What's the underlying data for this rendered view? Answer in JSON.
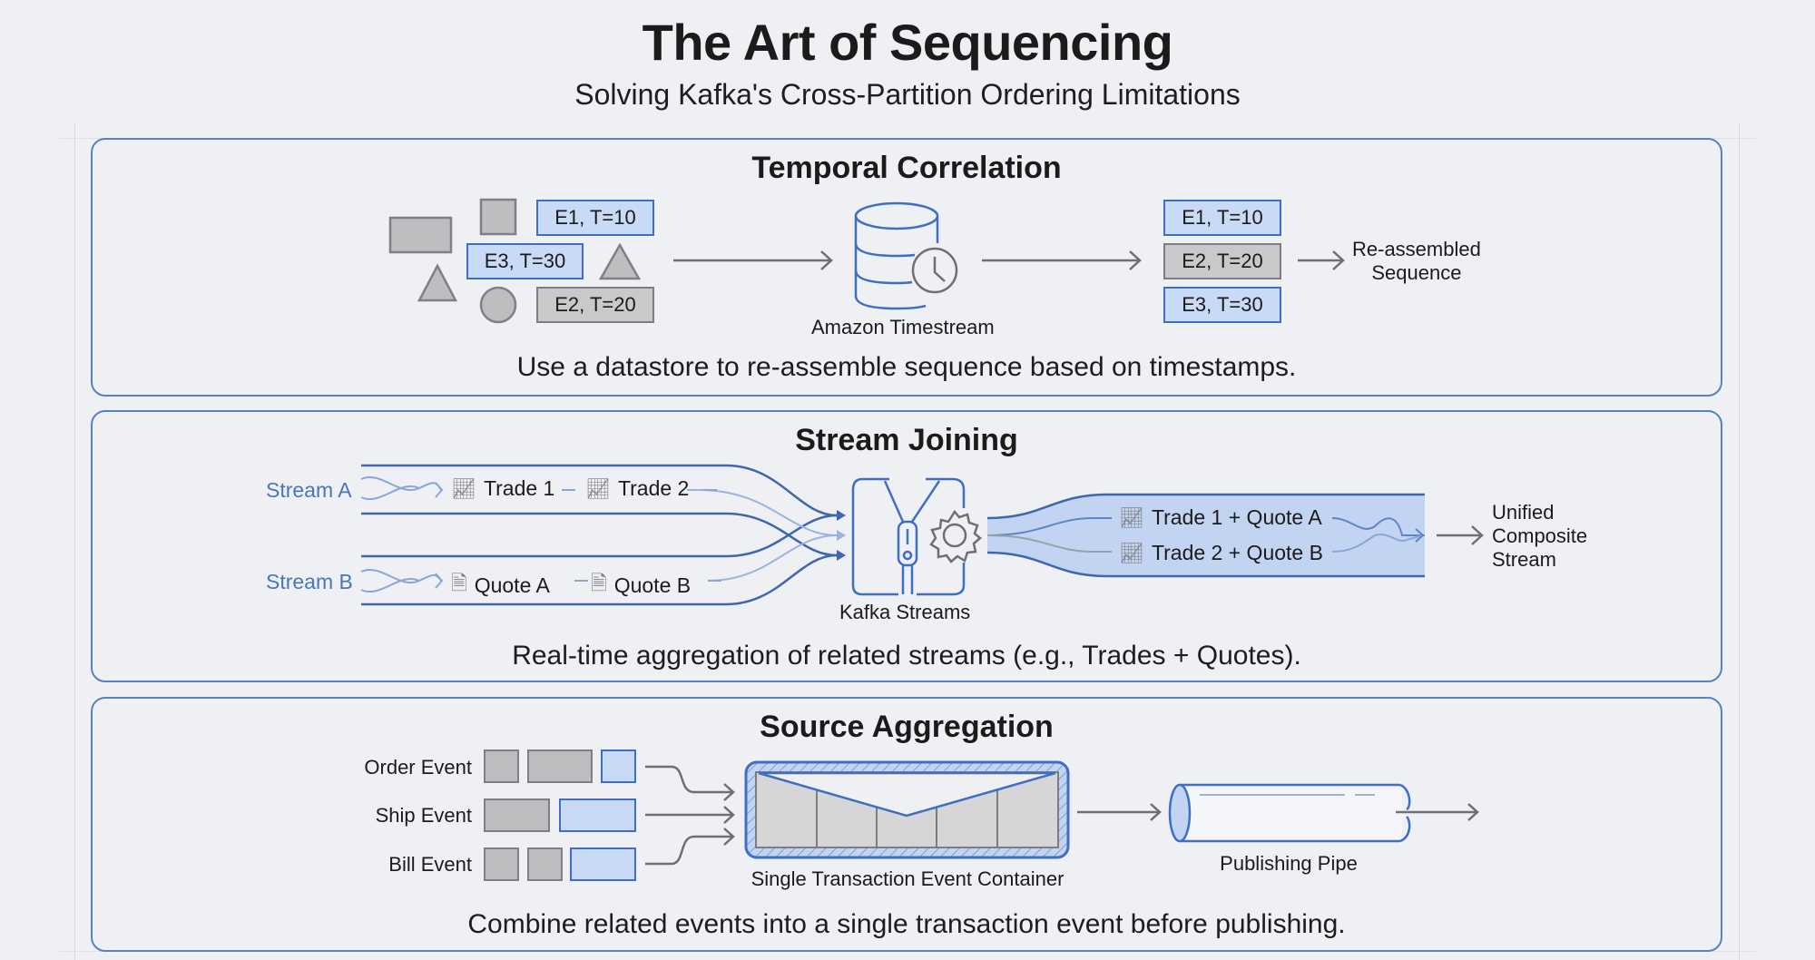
{
  "header": {
    "title": "The Art of Sequencing",
    "subtitle": "Solving Kafka's Cross-Partition Ordering Limitations"
  },
  "colors": {
    "panel_border": "#5b80bd",
    "accent_blue": "#3f6ec2",
    "light_blue": "#c9daf6",
    "gray_fill": "#c9c9cc",
    "background": "#eff0f3"
  },
  "panels": [
    {
      "title": "Temporal Correlation",
      "caption": "Use a datastore to re-assemble sequence based on timestamps.",
      "unordered_events": [
        {
          "label": "E1, T=10",
          "style": "blue"
        },
        {
          "label": "E3, T=30",
          "style": "blue"
        },
        {
          "label": "E2, T=20",
          "style": "gray"
        }
      ],
      "store_label": "Amazon Timestream",
      "store_icon": "database-clock-icon",
      "ordered_events": [
        {
          "label": "E1, T=10",
          "style": "blue"
        },
        {
          "label": "E2, T=20",
          "style": "gray"
        },
        {
          "label": "E3, T=30",
          "style": "blue"
        }
      ],
      "result_label": [
        "Re-assembled",
        "Sequence"
      ]
    },
    {
      "title": "Stream Joining",
      "caption": "Real-time aggregation of related streams (e.g., Trades + Quotes).",
      "streams": [
        {
          "name": "Stream A",
          "items": [
            "Trade 1",
            "Trade 2"
          ],
          "icon": "trade-chart-icon"
        },
        {
          "name": "Stream B",
          "items": [
            "Quote A",
            "Quote B"
          ],
          "icon": "document-icon"
        }
      ],
      "processor_label": "Kafka Streams",
      "processor_icon": "zipper-gear-icon",
      "joined_items": [
        "Trade 1 + Quote A",
        "Trade 2 + Quote B"
      ],
      "result_label": [
        "Unified",
        "Composite",
        "Stream"
      ]
    },
    {
      "title": "Source Aggregation",
      "caption": "Combine related events into a single transaction event before publishing.",
      "sources": [
        "Order Event",
        "Ship Event",
        "Bill Event"
      ],
      "container_label": "Single Transaction Event Container",
      "pipe_label": "Publishing Pipe"
    }
  ]
}
